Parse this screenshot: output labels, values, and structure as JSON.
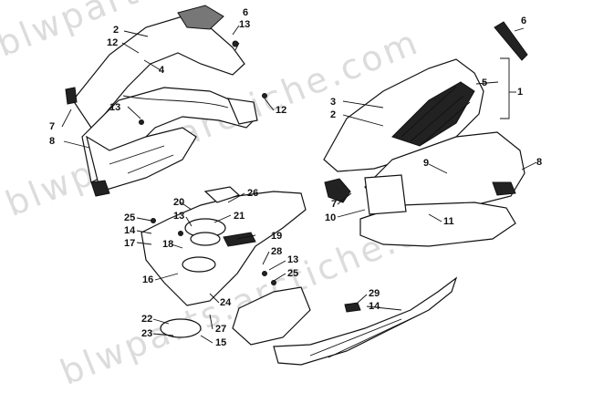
{
  "watermark": {
    "text": "blwparts.arctiche.com",
    "color": "#dcdcdc"
  },
  "callouts": [
    {
      "id": "c1",
      "label": "1"
    },
    {
      "id": "c2a",
      "label": "2"
    },
    {
      "id": "c2b",
      "label": "2"
    },
    {
      "id": "c3",
      "label": "3"
    },
    {
      "id": "c4",
      "label": "4"
    },
    {
      "id": "c5",
      "label": "5"
    },
    {
      "id": "c6a",
      "label": "6"
    },
    {
      "id": "c6b",
      "label": "6"
    },
    {
      "id": "c7a",
      "label": "7"
    },
    {
      "id": "c7b",
      "label": "7"
    },
    {
      "id": "c8a",
      "label": "8"
    },
    {
      "id": "c8b",
      "label": "8"
    },
    {
      "id": "c9",
      "label": "9"
    },
    {
      "id": "c10",
      "label": "10"
    },
    {
      "id": "c11",
      "label": "11"
    },
    {
      "id": "c12a",
      "label": "12"
    },
    {
      "id": "c12b",
      "label": "12"
    },
    {
      "id": "c13a",
      "label": "13"
    },
    {
      "id": "c13b",
      "label": "13"
    },
    {
      "id": "c13c",
      "label": "13"
    },
    {
      "id": "c13d",
      "label": "13"
    },
    {
      "id": "c14a",
      "label": "14"
    },
    {
      "id": "c14b",
      "label": "14"
    },
    {
      "id": "c15",
      "label": "15"
    },
    {
      "id": "c16",
      "label": "16"
    },
    {
      "id": "c17",
      "label": "17"
    },
    {
      "id": "c18",
      "label": "18"
    },
    {
      "id": "c19",
      "label": "19"
    },
    {
      "id": "c20",
      "label": "20"
    },
    {
      "id": "c21",
      "label": "21"
    },
    {
      "id": "c22",
      "label": "22"
    },
    {
      "id": "c23",
      "label": "23"
    },
    {
      "id": "c24",
      "label": "24"
    },
    {
      "id": "c25a",
      "label": "25"
    },
    {
      "id": "c25b",
      "label": "25"
    },
    {
      "id": "c26",
      "label": "26"
    },
    {
      "id": "c27",
      "label": "27"
    },
    {
      "id": "c28",
      "label": "28"
    },
    {
      "id": "c29",
      "label": "29"
    }
  ]
}
